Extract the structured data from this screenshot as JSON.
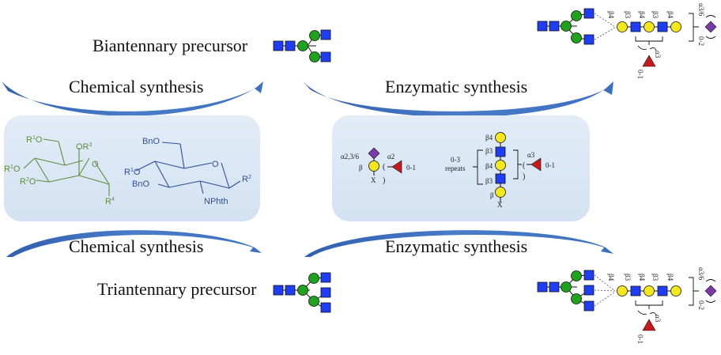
{
  "title": "Chemoenzymatic synthesis of bi- and triantennary N-glycans",
  "labels": {
    "biantennary": "Biantennary precursor",
    "triantennary": "Triantennary precursor",
    "chem_top": "Chemical synthesis",
    "chem_bottom": "Chemical synthesis",
    "enz_top": "Enzymatic synthesis",
    "enz_bottom": "Enzymatic synthesis"
  },
  "colors": {
    "glcnac": "#1f3df5",
    "man": "#1fa31f",
    "gal": "#f5e81a",
    "neu5ac": "#7a3aa8",
    "fuc": "#c81a1a",
    "arrow": "#3b6fc0",
    "panel": "#dbe7f4",
    "chem_green": "#5d8f3a",
    "chem_blue": "#2f4f9a"
  },
  "chem_panel": {
    "green_structure": {
      "substituents": [
        "R1O",
        "OR3",
        "R1O",
        "R2O",
        "R4",
        "O"
      ]
    },
    "blue_structure": {
      "substituents": [
        "BnO",
        "R1O",
        "BnO",
        "NPhth",
        "R2",
        "O"
      ]
    }
  },
  "enzyme_panel": {
    "left_unit": {
      "linkage_sia": "α2,3/6",
      "linkage_fuc": "α2",
      "anomer": "β",
      "aglycone": "X",
      "fuc_count": "0-1"
    },
    "right_unit": {
      "linkages": [
        "β4",
        "β3",
        "β4",
        "β3"
      ],
      "anomer": "β",
      "aglycone": "X",
      "repeats_label": "0-3",
      "repeats_word": "repeats",
      "fuc_linkage": "α3",
      "fuc_count": "0-1"
    }
  },
  "product_top": {
    "linkages": [
      "β4",
      "β3",
      "β4",
      "β3",
      "β4"
    ],
    "sia_linkage": "α3/6",
    "sia_count": "0-2",
    "fuc_linkage": "α3",
    "fuc_count": "0-1"
  },
  "product_bottom": {
    "linkages": [
      "β4",
      "β3",
      "β4",
      "β3",
      "β4"
    ],
    "sia_linkage": "α3/6",
    "sia_count": "0-2",
    "fuc_linkage": "α3",
    "fuc_count": "0-1"
  }
}
